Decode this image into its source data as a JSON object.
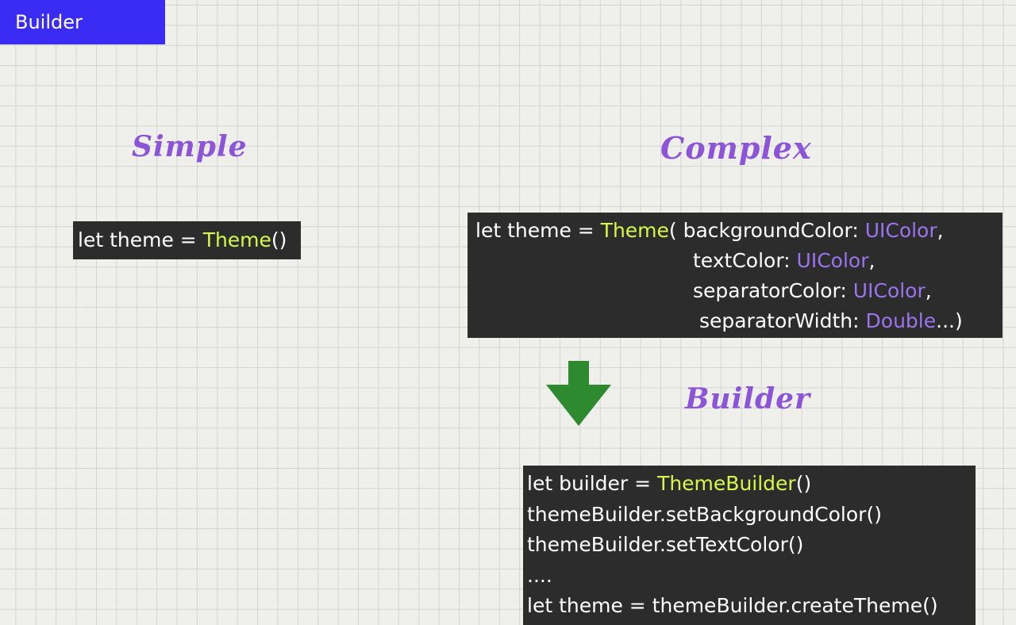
{
  "tag": "Builder",
  "headings": {
    "simple": "Simple",
    "complex": "Complex",
    "builder": "Builder"
  },
  "simple_code": {
    "prefix": "let theme = ",
    "type": "Theme",
    "suffix": "()"
  },
  "complex_code": {
    "l1_prefix": "let theme = ",
    "l1_type": "Theme",
    "l1_mid": "( backgroundColor: ",
    "l1_ty": "UIColor",
    "l1_end": ",",
    "l2_mid": "textColor: ",
    "l2_ty": "UIColor",
    "l2_end": ",",
    "l3_mid": "separatorColor: ",
    "l3_ty": "UIColor",
    "l3_end": ",",
    "l4_mid": " separatorWidth: ",
    "l4_ty": "Double",
    "l4_end": "...)"
  },
  "builder_code": {
    "l1_prefix": "let builder = ",
    "l1_type": "ThemeBuilder",
    "l1_suffix": "()",
    "l2": "themeBuilder.setBackgroundColor()",
    "l3": "themeBuilder.setTextColor()",
    "l4": "....",
    "l5": "let theme = themeBuilder.createTheme()"
  },
  "colors": {
    "tag_bg": "#3a2cf2",
    "heading": "#8c55d8",
    "code_bg": "#2c2c2c",
    "keyword": "#d9f74a",
    "type": "#9b74ee",
    "arrow": "#2e8a2e"
  },
  "icons": {
    "arrow": "arrow-down-icon"
  }
}
